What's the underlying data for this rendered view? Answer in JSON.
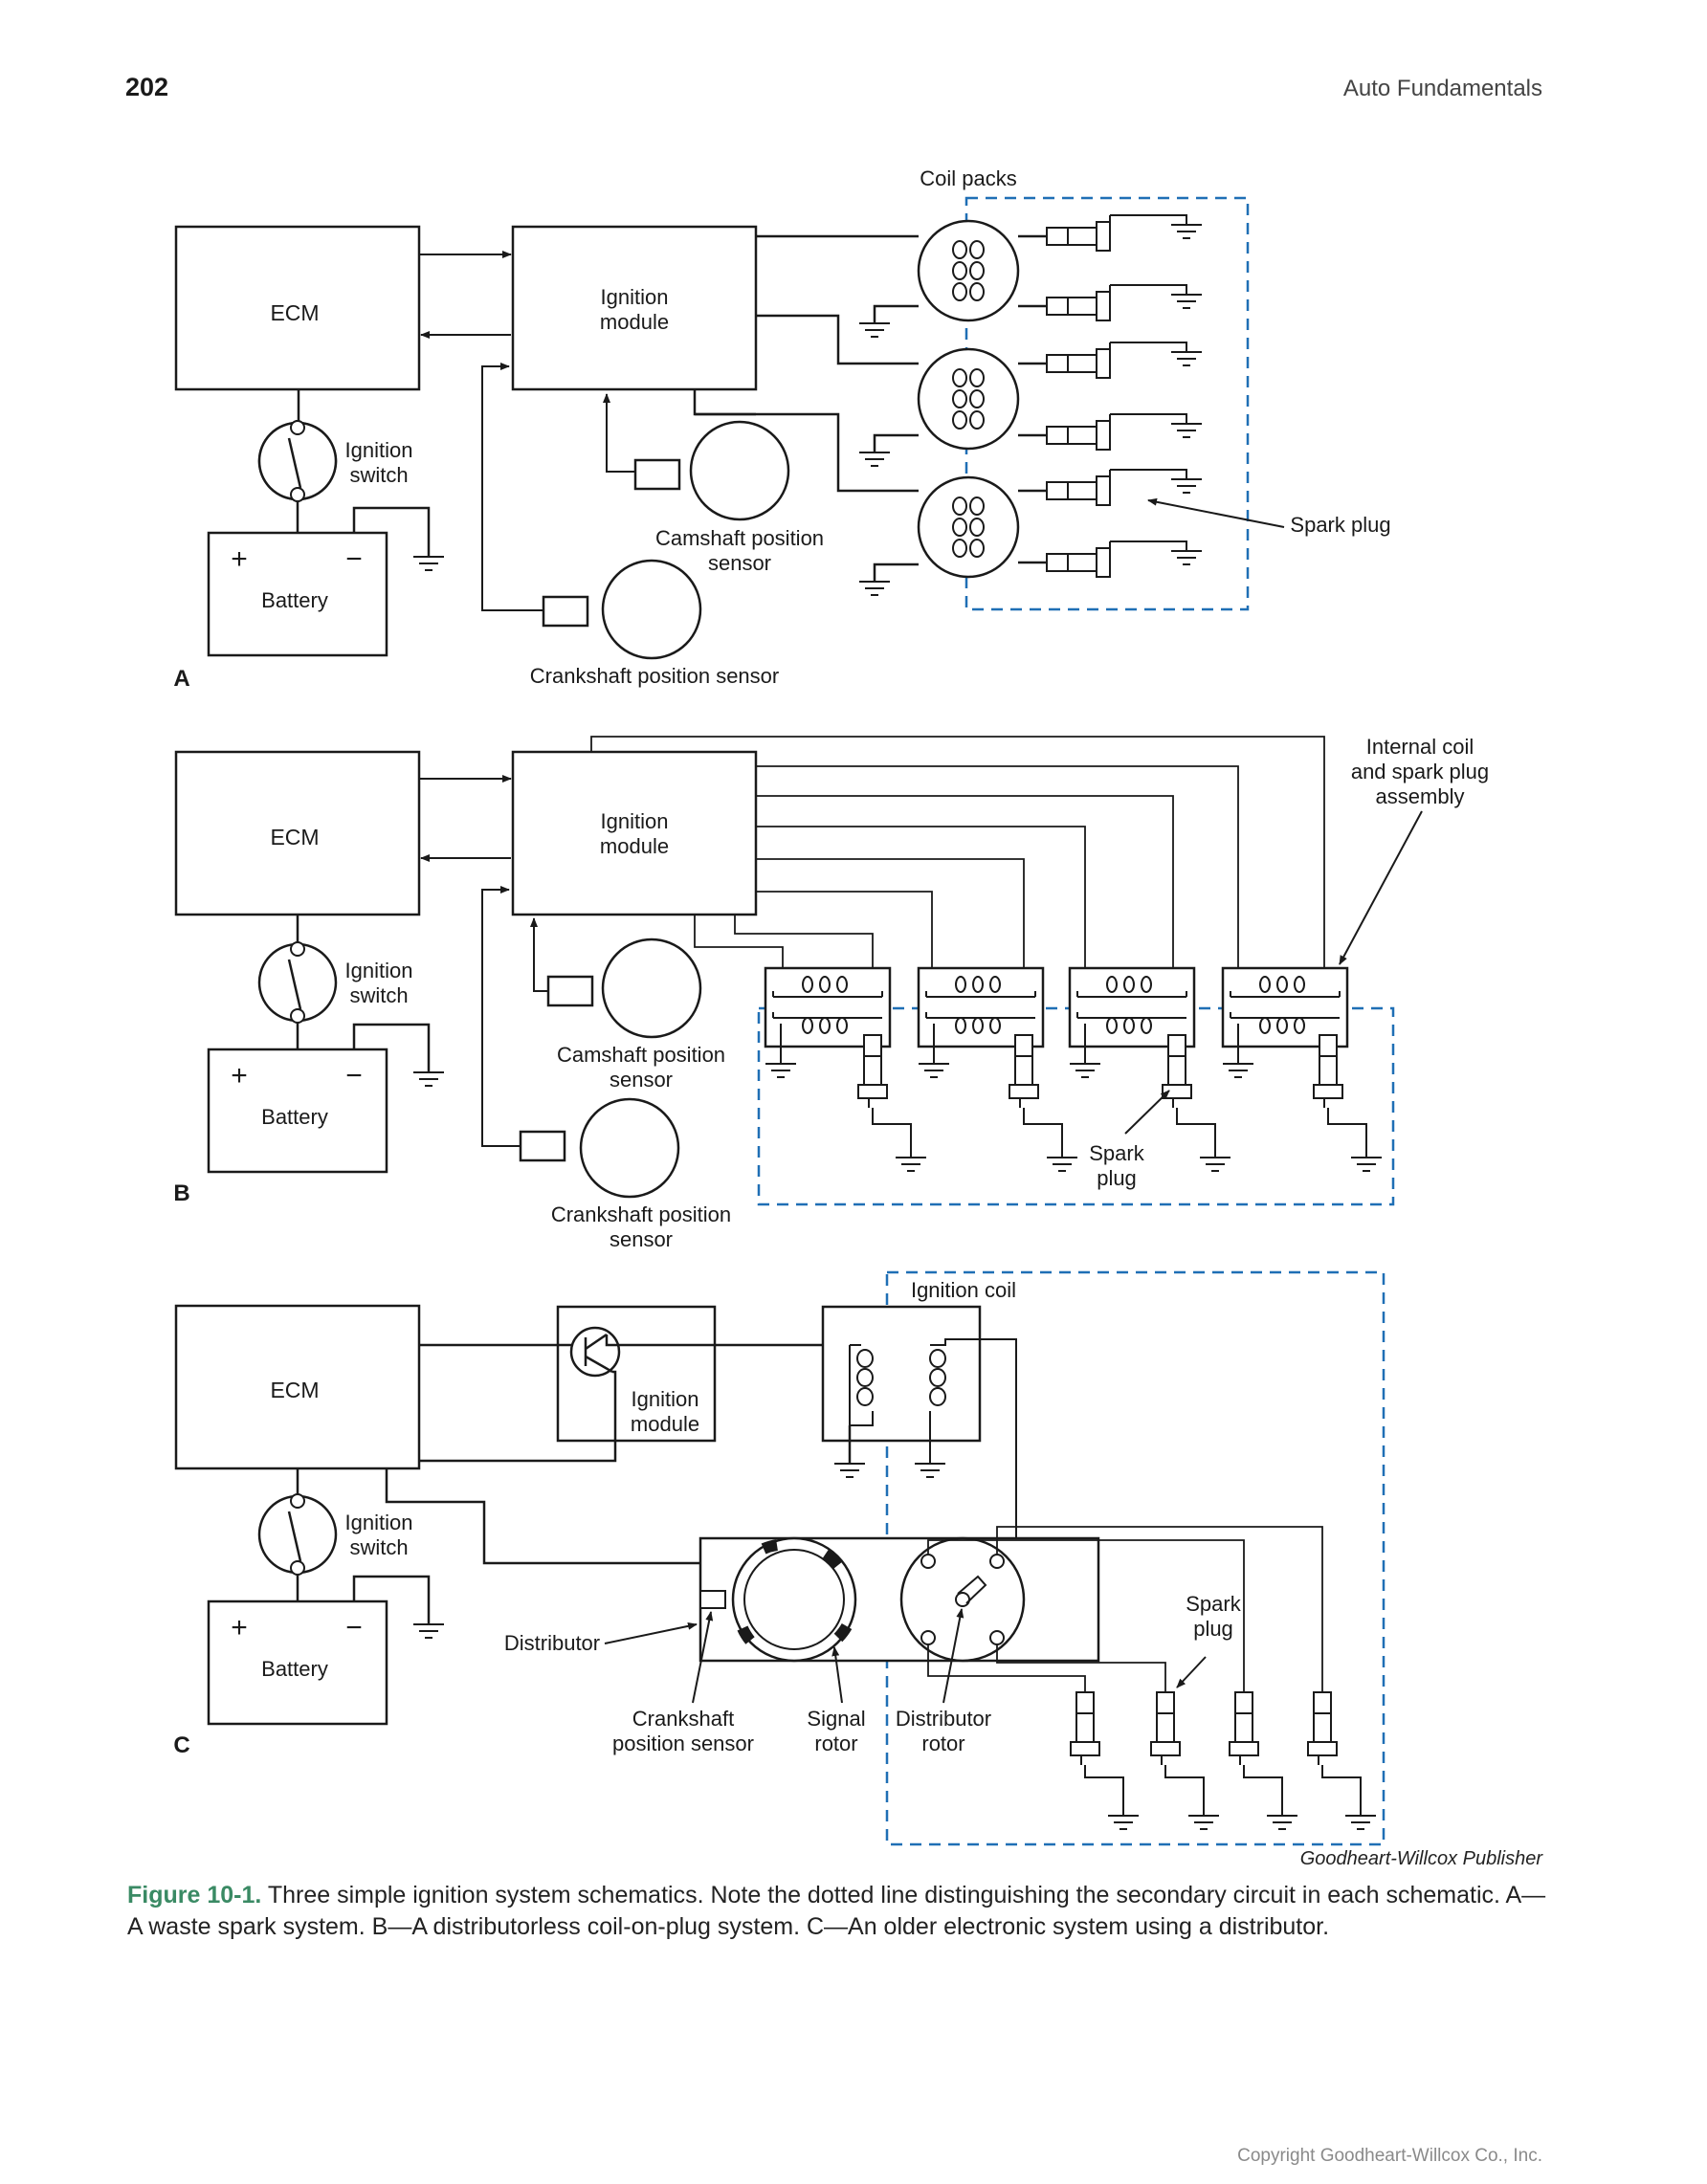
{
  "header": {
    "page_number": "202",
    "running_head": "Auto Fundamentals"
  },
  "diagram": {
    "common": {
      "ecm": "ECM",
      "ignition_switch": [
        "Ignition",
        "switch"
      ],
      "battery": "Battery",
      "plus": "+",
      "minus": "−"
    },
    "panel_a": {
      "letter": "A",
      "module": [
        "Ignition",
        "module"
      ],
      "coil_packs": "Coil packs",
      "camshaft_sensor": [
        "Camshaft position",
        "sensor"
      ],
      "crankshaft_sensor": "Crankshaft position sensor",
      "spark_plug": "Spark plug"
    },
    "panel_b": {
      "letter": "B",
      "module": [
        "Ignition",
        "module"
      ],
      "internal_coil": [
        "Internal coil",
        "and spark plug",
        "assembly"
      ],
      "camshaft_sensor": [
        "Camshaft position",
        "sensor"
      ],
      "crankshaft_sensor": [
        "Crankshaft position",
        "sensor"
      ],
      "spark_plug": [
        "Spark",
        "plug"
      ]
    },
    "panel_c": {
      "letter": "C",
      "module": [
        "Ignition",
        "module"
      ],
      "ignition_coil": "Ignition coil",
      "distributor": "Distributor",
      "crankshaft_sensor": [
        "Crankshaft",
        "position sensor"
      ],
      "signal_rotor": [
        "Signal",
        "rotor"
      ],
      "distributor_rotor": [
        "Distributor",
        "rotor"
      ],
      "spark_plug": [
        "Spark",
        "plug"
      ]
    },
    "colors": {
      "secondary_circuit": "#1f6fb5",
      "line": "#1a1a1a"
    }
  },
  "credit": "Goodheart-Willcox Publisher",
  "caption": {
    "label": "Figure 10-1.",
    "text": " Three simple ignition system schematics. Note the dotted line distinguishing the secondary circuit in each schematic. A—A waste spark system. B—A distributorless coil-on-plug system. C—An older electronic system using a distributor."
  },
  "footer": {
    "copyright": "Copyright Goodheart-Willcox Co., Inc."
  }
}
